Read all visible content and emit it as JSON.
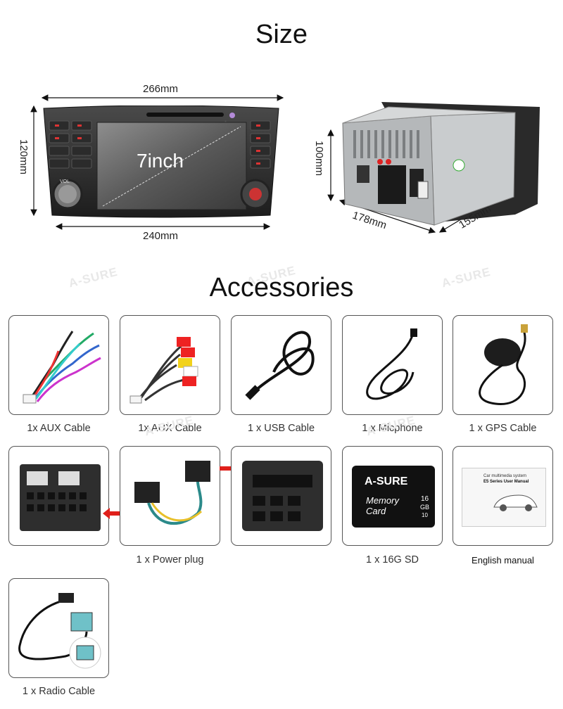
{
  "size_section": {
    "title": "Size",
    "width_top": "266mm",
    "width_bottom": "240mm",
    "height_left": "120mm",
    "screen_label": "7inch",
    "back_height": "100mm",
    "back_depth": "178mm",
    "back_width": "155mm",
    "knob_label": "VOL"
  },
  "accessories_section": {
    "title": "Accessories",
    "items": [
      {
        "caption": "1x AUX Cable"
      },
      {
        "caption": "1x AUX Cable"
      },
      {
        "caption": "1 x USB Cable"
      },
      {
        "caption": "1 x Micphone"
      },
      {
        "caption": "1 x GPS Cable"
      },
      {
        "caption": ""
      },
      {
        "caption": "1 x Power plug"
      },
      {
        "caption": ""
      },
      {
        "caption": "1 x 16G  SD"
      },
      {
        "caption": "English manual"
      },
      {
        "caption": "1 x Radio Cable"
      }
    ],
    "sd_card": {
      "brand": "A-SURE",
      "line1": "Memory",
      "line2": "Card",
      "capacity": "16",
      "unit": "GB",
      "class": "10"
    },
    "manual": {
      "line1": "Car multimedia system",
      "line2": "E5 Series User Manual"
    }
  },
  "watermark": "A-SURE",
  "colors": {
    "arrow_red": "#e0201b",
    "card_border": "#555555"
  }
}
